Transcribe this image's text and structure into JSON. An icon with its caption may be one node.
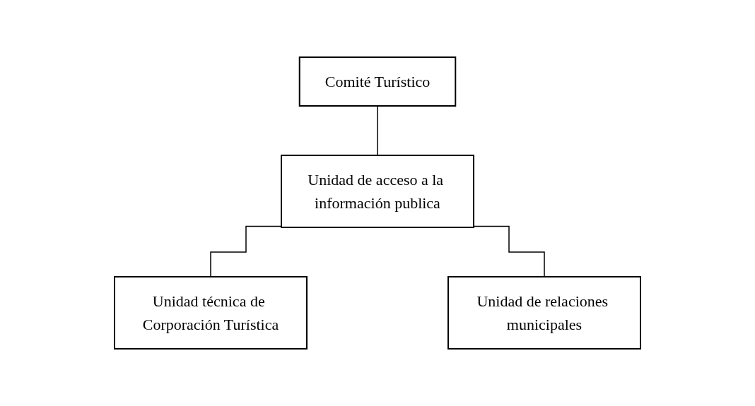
{
  "diagram": {
    "nodes": [
      {
        "text": [
          "Comité Turístico"
        ]
      },
      {
        "text": [
          "Unidad de acceso a la información publica"
        ]
      },
      {
        "text": [
          "Unidad técnica de Corporación Turística"
        ]
      },
      {
        "text": [
          "Unidad de relaciones municipales"
        ]
      }
    ],
    "edges": [
      {
        "from": 0,
        "to": 1,
        "arrow": "none"
      },
      {
        "from": 1,
        "to": 2,
        "arrow": "none"
      },
      {
        "from": 1,
        "to": 3,
        "arrow": "none"
      }
    ]
  }
}
